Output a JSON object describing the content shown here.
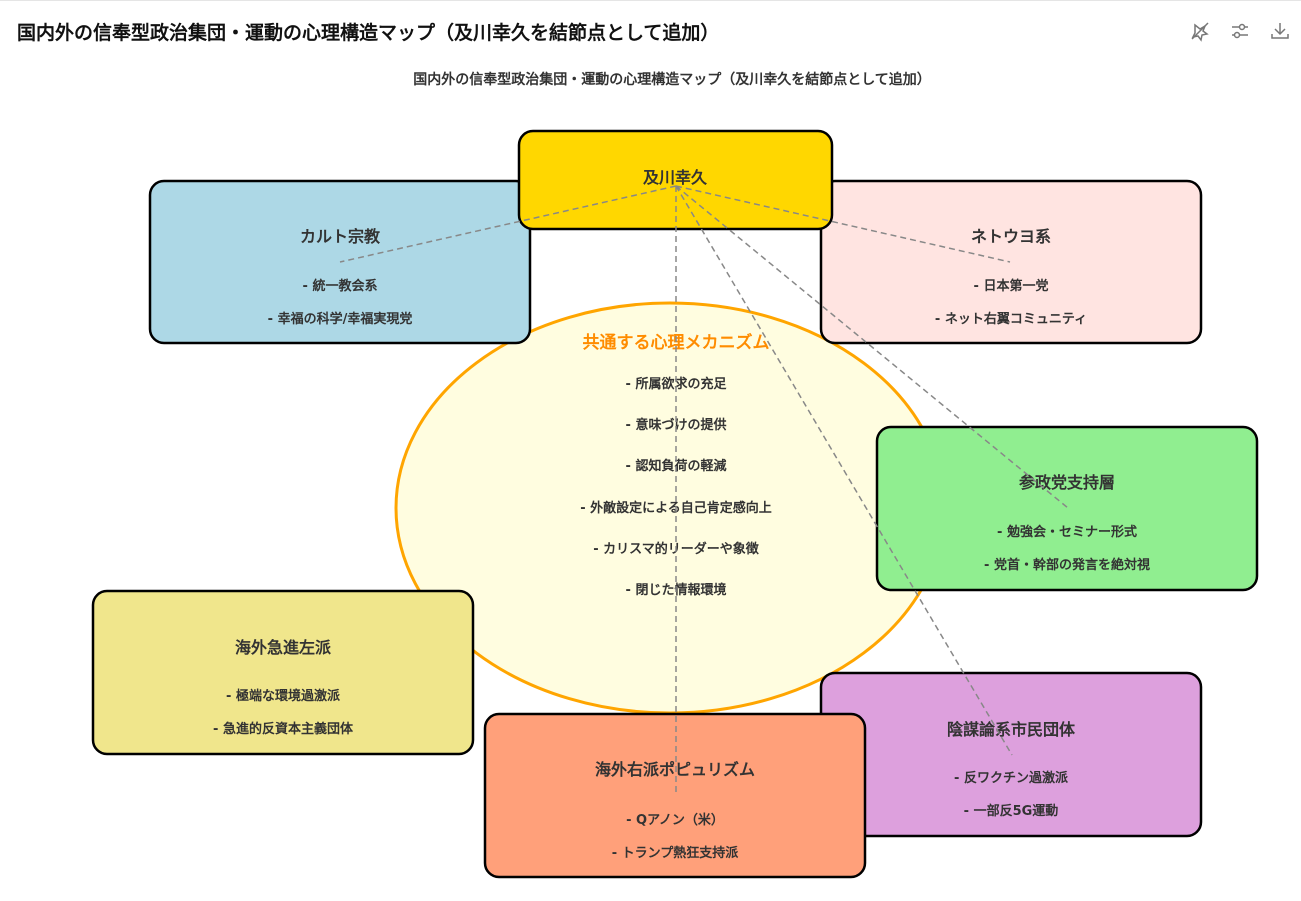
{
  "header": {
    "title": "国内外の信奉型政治集団・運動の心理構造マップ（及川幸久を結節点として追加）"
  },
  "toolbar": {
    "icons": [
      "no-animation-icon",
      "sliders-icon",
      "download-icon"
    ]
  },
  "diagram": {
    "title": "国内外の信奉型政治集団・運動の心理構造マップ（及川幸久を結節点として追加）",
    "center_node": {
      "label": "及川幸久",
      "color": "#FFD700"
    },
    "mechanism": {
      "title": "共通する心理メカニズム",
      "color": "#FF8C00",
      "fill": "#FFFDE0",
      "items": [
        "- 所属欲求の充足",
        "- 意味づけの提供",
        "- 認知負荷の軽減",
        "- 外敵設定による自己肯定感向上",
        "- カリスマ的リーダーや象徴",
        "- 閉じた情報環境"
      ]
    },
    "groups": [
      {
        "title": "カルト宗教",
        "color": "#ADD8E6",
        "items": [
          "- 統一教会系",
          "- 幸福の科学/幸福実現党"
        ]
      },
      {
        "title": "ネトウヨ系",
        "color": "#FFE4E1",
        "items": [
          "- 日本第一党",
          "- ネット右翼コミュニティ"
        ]
      },
      {
        "title": "参政党支持層",
        "color": "#90EE90",
        "items": [
          "- 勉強会・セミナー形式",
          "- 党首・幹部の発言を絶対視"
        ]
      },
      {
        "title": "海外急進左派",
        "color": "#F0E68C",
        "items": [
          "- 極端な環境過激派",
          "- 急進的反資本主義団体"
        ]
      },
      {
        "title": "陰謀論系市民団体",
        "color": "#DDA0DD",
        "items": [
          "- 反ワクチン過激派",
          "- 一部反5G運動"
        ]
      },
      {
        "title": "海外右派ポピュリズム",
        "color": "#FFA07A",
        "items": [
          "- Qアノン（米）",
          "- トランプ熱狂支持派"
        ]
      }
    ]
  }
}
